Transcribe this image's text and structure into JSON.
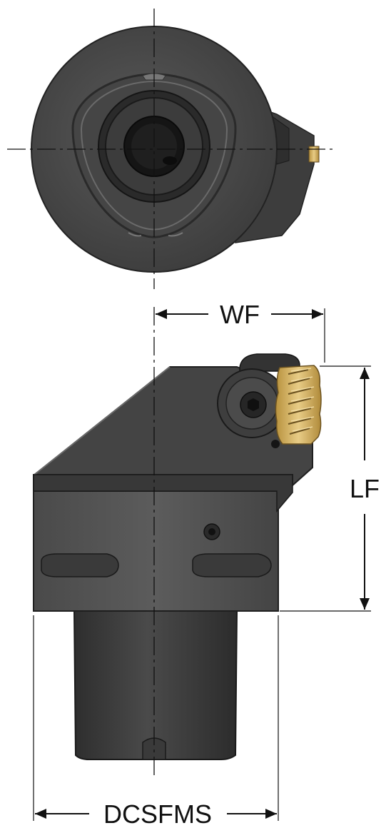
{
  "dimensions": {
    "wf": "WF",
    "lf": "LF",
    "dcsfms": "DCSFMS"
  },
  "colors": {
    "body_dark": "#3a3a3a",
    "body_mid": "#4d4d4d",
    "body_light": "#5e5e5e",
    "insert_gold": "#d4b060",
    "line": "#111111"
  }
}
